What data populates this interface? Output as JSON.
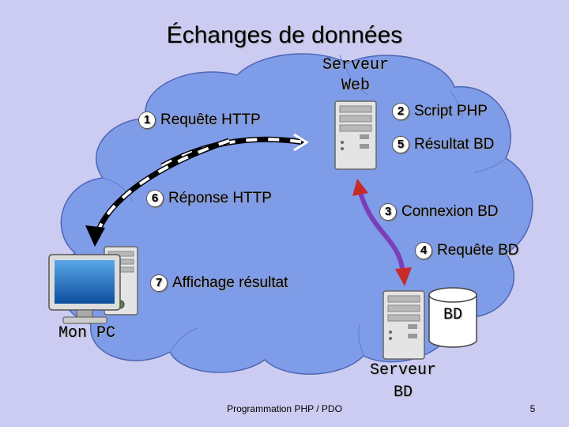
{
  "title": "Échanges de données",
  "labels": {
    "web_server": "Serveur\nWeb",
    "db_server": "Serveur\nBD",
    "my_pc": "Mon PC",
    "db": "BD"
  },
  "steps": [
    {
      "num": "1",
      "label": "Requête HTTP"
    },
    {
      "num": "2",
      "label": "Script PHP"
    },
    {
      "num": "3",
      "label": "Connexion BD"
    },
    {
      "num": "4",
      "label": "Requête BD"
    },
    {
      "num": "5",
      "label": "Résultat BD"
    },
    {
      "num": "6",
      "label": "Réponse HTTP"
    },
    {
      "num": "7",
      "label": "Affichage résultat"
    }
  ],
  "footer": {
    "text": "Programmation PHP / PDO",
    "page": "5"
  },
  "colors": {
    "background": "#ccccf2",
    "cloud": "#7f9ce8",
    "cloud_outline": "#4d66b3",
    "arrow_purple": "#7a3fb8",
    "arrow_red": "#c82a2a"
  }
}
